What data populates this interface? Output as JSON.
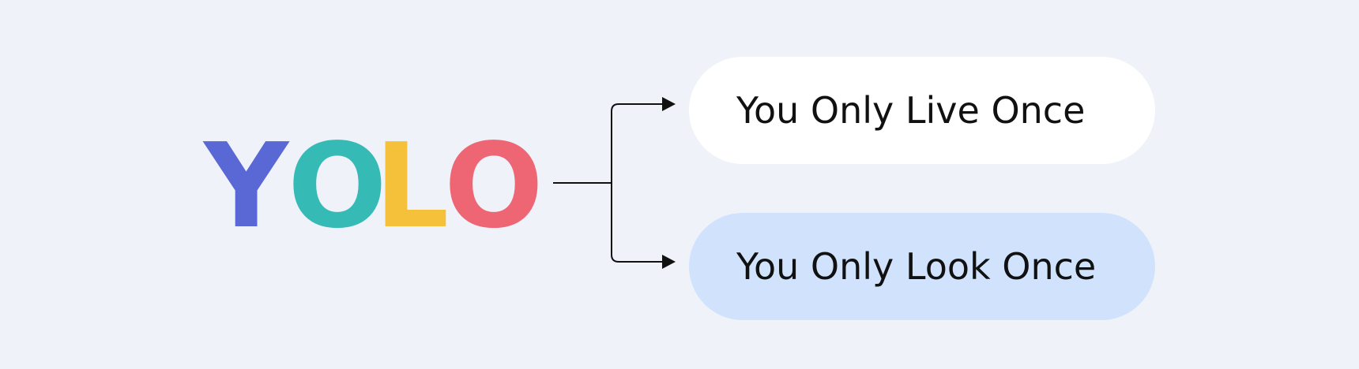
{
  "logo": {
    "letters": [
      {
        "char": "Y",
        "color": "#5a68d6"
      },
      {
        "char": "O",
        "color": "#35bab6"
      },
      {
        "char": "L",
        "color": "#f5c03a"
      },
      {
        "char": "O",
        "color": "#ee6574"
      }
    ]
  },
  "options": [
    {
      "text": "You Only Live Once",
      "background": "#ffffff"
    },
    {
      "text": "You Only Look Once",
      "background": "#d1e3fc"
    }
  ],
  "colors": {
    "background": "#eff2f9",
    "connector": "#111111"
  }
}
